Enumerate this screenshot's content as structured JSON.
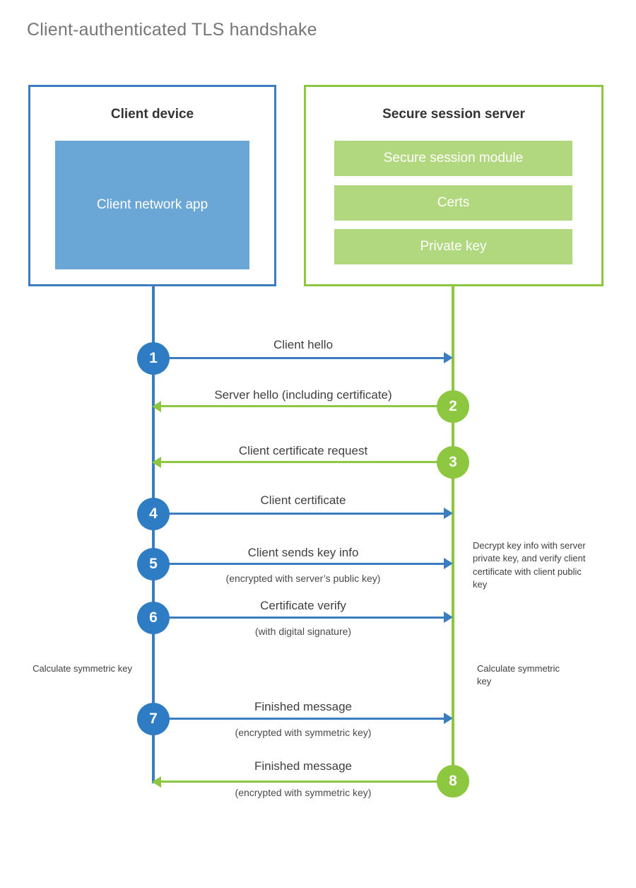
{
  "title": "Client-authenticated TLS handshake",
  "colors": {
    "client_blue": "#3b7dbf",
    "client_app_fill": "#6aa6d6",
    "client_circle": "#2e7cc4",
    "server_green": "#8dc63f",
    "server_bar_fill": "#b2d87f",
    "title_gray": "#767676",
    "text_dark": "#333333"
  },
  "entities": {
    "client": {
      "title": "Client device",
      "app_label": "Client network app"
    },
    "server": {
      "title": "Secure session server",
      "components": [
        "Secure session module",
        "Certs",
        "Private key"
      ]
    }
  },
  "steps": [
    {
      "number": "1",
      "label": "Client hello",
      "sublabel": "",
      "direction": "client-to-server"
    },
    {
      "number": "2",
      "label": "Server hello (including certificate)",
      "sublabel": "",
      "direction": "server-to-client"
    },
    {
      "number": "3",
      "label": "Client certificate request",
      "sublabel": "",
      "direction": "server-to-client"
    },
    {
      "number": "4",
      "label": "Client certificate",
      "sublabel": "",
      "direction": "client-to-server"
    },
    {
      "number": "5",
      "label": "Client sends key info",
      "sublabel": "(encrypted with server’s public key)",
      "direction": "client-to-server"
    },
    {
      "number": "6",
      "label": "Certificate verify",
      "sublabel": "(with digital signature)",
      "direction": "client-to-server"
    },
    {
      "number": "7",
      "label": "Finished message",
      "sublabel": "(encrypted with symmetric key)",
      "direction": "client-to-server"
    },
    {
      "number": "8",
      "label": "Finished message",
      "sublabel": "(encrypted with symmetric key)",
      "direction": "server-to-client"
    }
  ],
  "notes": {
    "server_decrypt": "Decrypt key info with server private key, and verify client certificate with client public key",
    "client_calculate": "Calculate symmetric key",
    "server_calculate": "Calculate symmetric key"
  }
}
